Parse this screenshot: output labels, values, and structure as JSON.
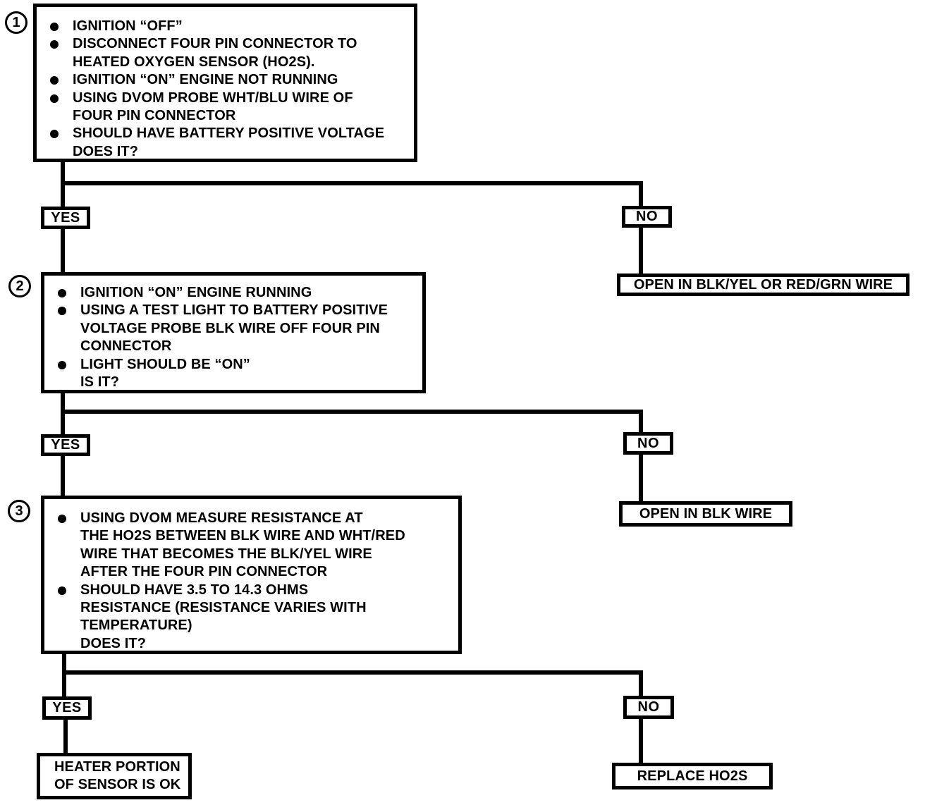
{
  "page": {
    "background_color": "#ffffff",
    "ink_color": "#000000"
  },
  "flowchart": {
    "steps": [
      {
        "number": "1",
        "lines": [
          {
            "bullet": true,
            "text": "IGNITION “OFF”"
          },
          {
            "bullet": true,
            "text": "DISCONNECT FOUR PIN CONNECTOR TO"
          },
          {
            "bullet": false,
            "text": "HEATED OXYGEN SENSOR (HO2S)."
          },
          {
            "bullet": true,
            "text": "IGNITION “ON” ENGINE NOT RUNNING"
          },
          {
            "bullet": true,
            "text": "USING DVOM PROBE WHT/BLU WIRE OF"
          },
          {
            "bullet": false,
            "text": "FOUR PIN CONNECTOR"
          },
          {
            "bullet": true,
            "text": "SHOULD HAVE BATTERY POSITIVE VOLTAGE"
          },
          {
            "bullet": false,
            "text": "DOES IT?"
          }
        ]
      },
      {
        "number": "2",
        "lines": [
          {
            "bullet": true,
            "text": "IGNITION “ON” ENGINE RUNNING"
          },
          {
            "bullet": true,
            "text": "USING A TEST LIGHT TO BATTERY POSITIVE"
          },
          {
            "bullet": false,
            "text": "VOLTAGE PROBE BLK WIRE OFF FOUR PIN"
          },
          {
            "bullet": false,
            "text": "CONNECTOR"
          },
          {
            "bullet": true,
            "text": "LIGHT SHOULD BE “ON”"
          },
          {
            "bullet": false,
            "text": "IS IT?"
          }
        ]
      },
      {
        "number": "3",
        "lines": [
          {
            "bullet": true,
            "text": "USING DVOM MEASURE RESISTANCE AT"
          },
          {
            "bullet": false,
            "text": "THE HO2S BETWEEN BLK WIRE AND WHT/RED"
          },
          {
            "bullet": false,
            "text": "WIRE THAT BECOMES THE BLK/YEL WIRE"
          },
          {
            "bullet": false,
            "text": "AFTER THE FOUR PIN CONNECTOR"
          },
          {
            "bullet": true,
            "text": "SHOULD HAVE 3.5 TO 14.3 OHMS"
          },
          {
            "bullet": false,
            "text": "RESISTANCE (RESISTANCE VARIES WITH"
          },
          {
            "bullet": false,
            "text": "TEMPERATURE)"
          },
          {
            "bullet": false,
            "text": "DOES IT?"
          }
        ]
      }
    ],
    "branch_labels": {
      "yes": "YES",
      "no": "NO"
    },
    "outcomes": {
      "step1_no": "OPEN IN BLK/YEL OR RED/GRN WIRE",
      "step2_no": "OPEN IN BLK WIRE",
      "step3_no": "REPLACE HO2S",
      "step3_yes_line1": "HEATER PORTION",
      "step3_yes_line2": "OF SENSOR IS OK"
    }
  }
}
